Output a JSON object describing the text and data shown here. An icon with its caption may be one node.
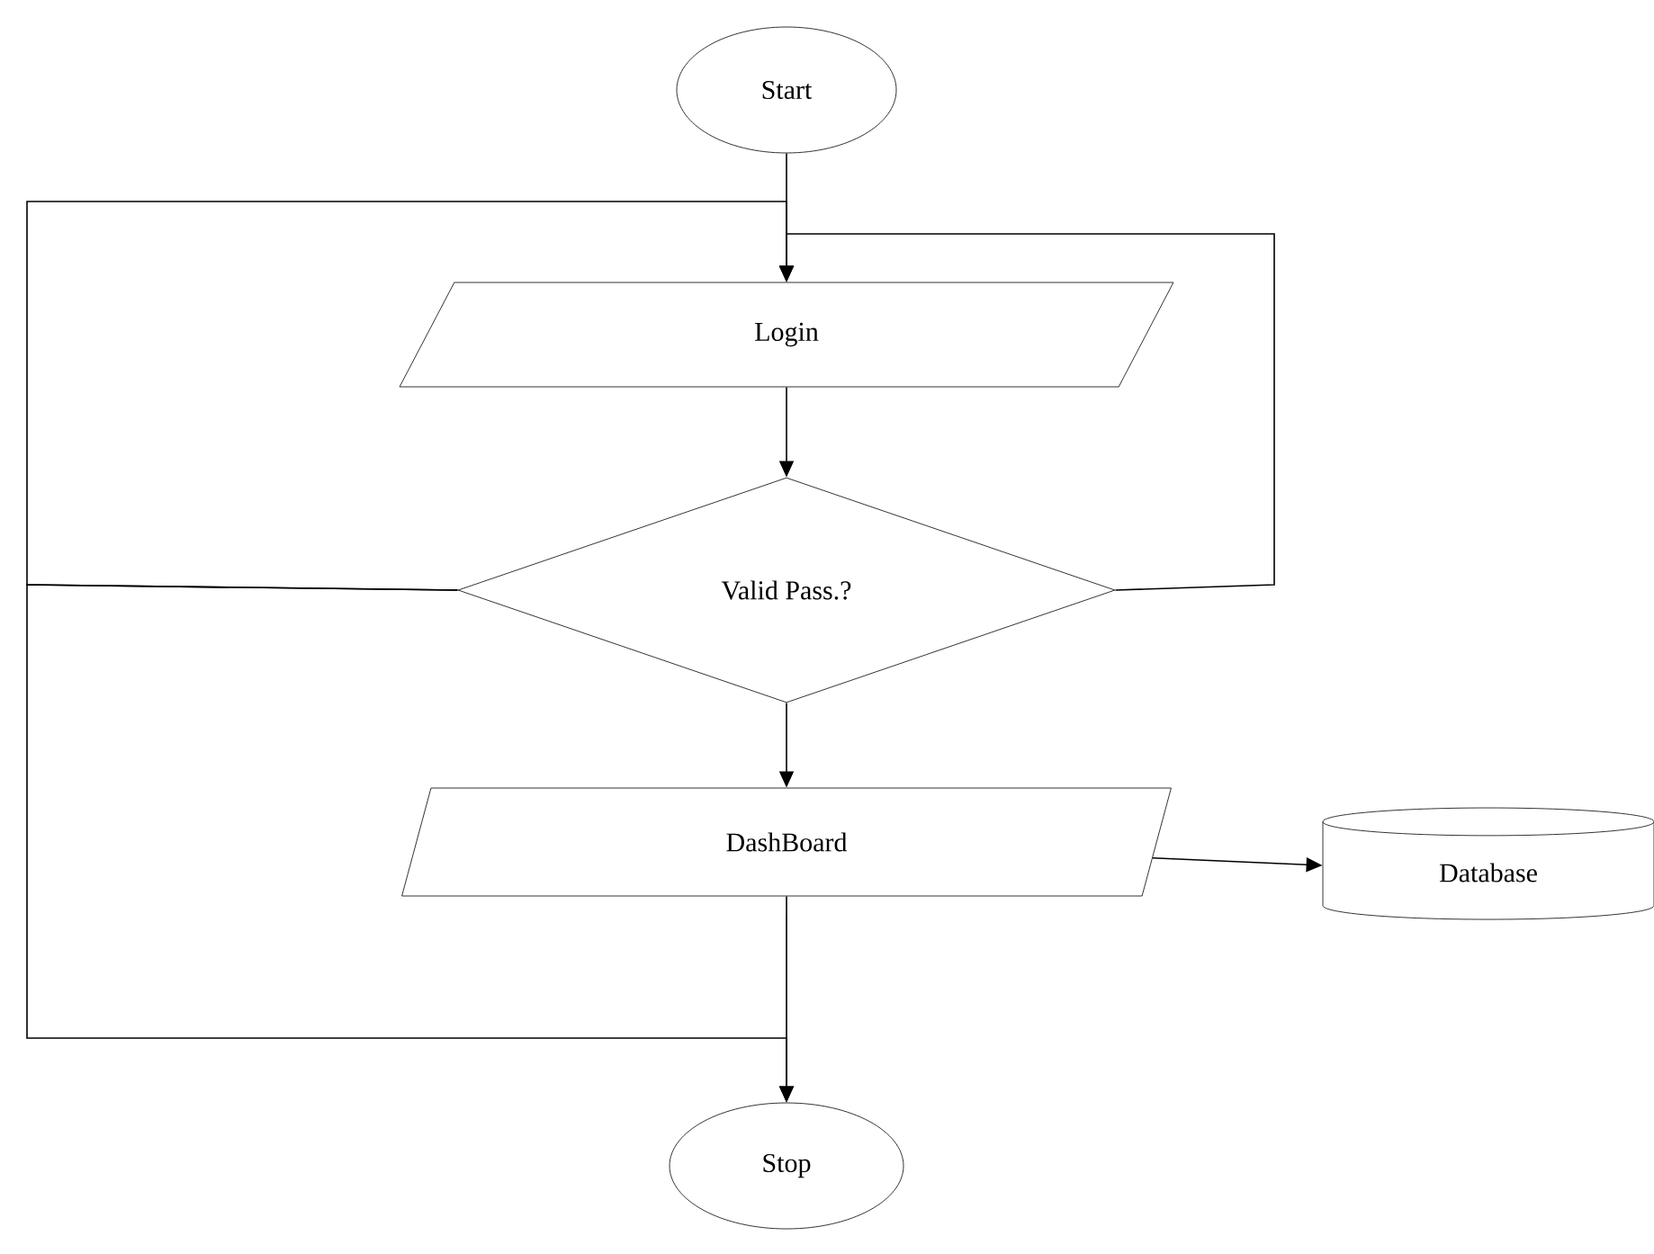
{
  "diagram": {
    "nodes": [
      {
        "text": [
          "Start"
        ]
      },
      {
        "text": [
          "Login"
        ]
      },
      {
        "text": [
          "Valid Pass.?"
        ]
      },
      {
        "text": [
          "DashBoard"
        ]
      },
      {
        "text": [
          "Database"
        ]
      },
      {
        "text": [
          "Stop"
        ]
      }
    ],
    "edges": [
      {
        "from": 0,
        "to": 1,
        "arrow": "to"
      },
      {
        "from": 1,
        "to": 2,
        "arrow": "to"
      },
      {
        "from": 2,
        "to": 3,
        "arrow": "to"
      },
      {
        "from": 3,
        "to": 4,
        "arrow": "to"
      },
      {
        "from": 3,
        "to": 5,
        "arrow": "to"
      },
      {
        "from": 2,
        "to": 1,
        "arrow": "to"
      },
      {
        "from": 2,
        "to": 1,
        "arrow": "to"
      },
      {
        "from": 2,
        "to": 5,
        "arrow": "to"
      }
    ]
  }
}
